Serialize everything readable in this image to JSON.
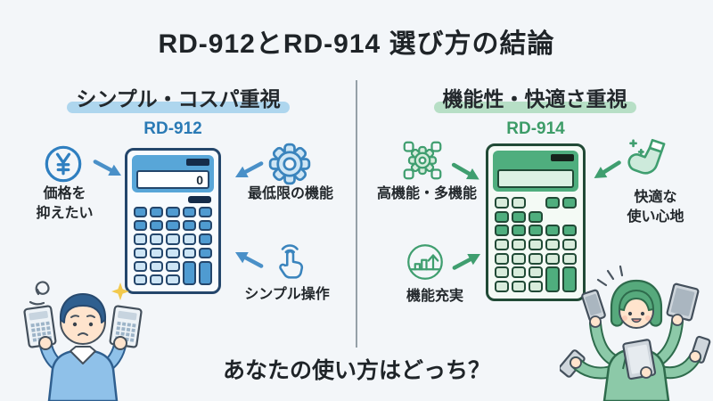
{
  "title": "RD-912とRD-914 選び方の結論",
  "footer": {
    "question": "あなたの使い方はどっち？"
  },
  "left_section": {
    "heading": "シンプル・コスパ重視",
    "model": "RD-912",
    "calculator_display": "0",
    "features": [
      {
        "icon": "yen-coin-icon",
        "label": "価格を\n抑えたい"
      },
      {
        "icon": "gear-icon",
        "label": "最低限の機能"
      },
      {
        "icon": "touch-tap-icon",
        "label": "シンプル操作"
      }
    ]
  },
  "right_section": {
    "heading": "機能性・快適さ重視",
    "model": "RD-914",
    "calculator_display": "",
    "features": [
      {
        "icon": "multi-function-gear-icon",
        "label": "高機能・多機能"
      },
      {
        "icon": "comfort-sock-icon",
        "label": "快適な\n使い心地"
      },
      {
        "icon": "feature-rich-chart-icon",
        "label": "機能充実"
      }
    ]
  },
  "colors": {
    "background": "#f3f6f9",
    "title_text": "#1f2428",
    "divider": "#95a0a8",
    "blue_accent": "#2a7ab5",
    "blue_highlight": "#aed6ee",
    "blue_icon": "#3a84bd",
    "blue_calculator_body": "#58a6d8",
    "green_accent": "#3d9c68",
    "green_highlight": "#b7dfc6",
    "green_icon": "#3f9e6f",
    "green_calculator_body": "#4fae7e"
  }
}
